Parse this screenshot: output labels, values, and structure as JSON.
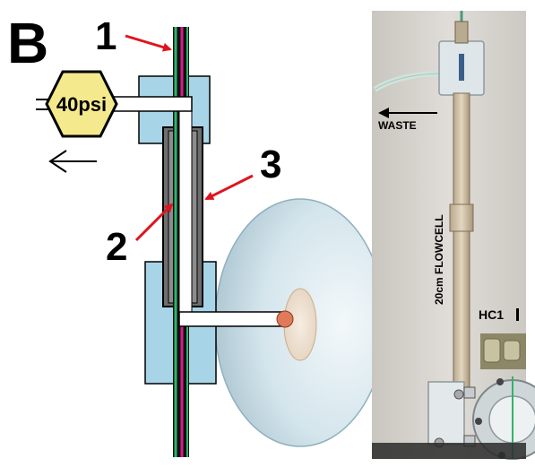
{
  "panel_label": "B",
  "diagram": {
    "pressure_gauge_label": "40psi",
    "callouts": [
      "1",
      "2",
      "3"
    ]
  },
  "photo": {
    "waste_label": "WASTE",
    "flowcell_label": "20cm  FLOWCELL",
    "hc1_label": "HC1"
  },
  "colors": {
    "block_blue": "#a8d4e8",
    "gauge_yellow": "#f4e98c",
    "tube_green": "#2fb36b",
    "tube_magenta": "#d81b8c",
    "arrow_red": "#e0141e",
    "glass_bg": "#d7e7ee"
  }
}
